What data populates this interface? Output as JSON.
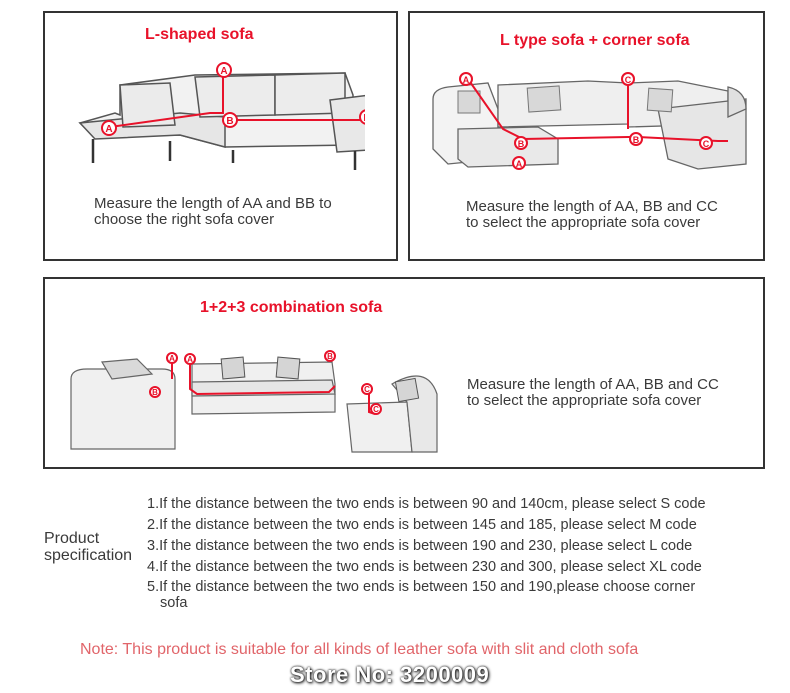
{
  "panels": {
    "l_shaped": {
      "title": "L-shaped sofa",
      "desc_line1": "Measure the length of AA and BB to",
      "desc_line2": "choose the right sofa cover"
    },
    "l_corner": {
      "title": "L type sofa + corner sofa",
      "desc_line1": "Measure the length of AA, BB and CC",
      "desc_line2": "to select the appropriate sofa cover"
    },
    "combo": {
      "title": "1+2+3 combination sofa",
      "desc_line1": "Measure the length of AA, BB and CC",
      "desc_line2": "to select the appropriate sofa cover"
    }
  },
  "markers": {
    "a": "A",
    "b": "B",
    "c": "C"
  },
  "spec": {
    "label_line1": "Product",
    "label_line2": "specification",
    "items": [
      "1.If the distance between the two ends is between 90 and 140cm, please select S code",
      "2.If the distance between the two ends is between 145 and 185, please select M code",
      "3.If the distance between the two ends is between 190 and 230, please select L code",
      "4.If the distance between the two ends is between 230 and 300, please select XL code",
      "5.If the distance between the two ends is between 150 and 190,please choose corner",
      "sofa"
    ]
  },
  "note": "Note: This product is suitable for all kinds of leather sofa with slit and cloth sofa",
  "store": "Store No: 3200009",
  "colors": {
    "accent_red": "#e8122a",
    "note_pink": "#e1656a"
  }
}
